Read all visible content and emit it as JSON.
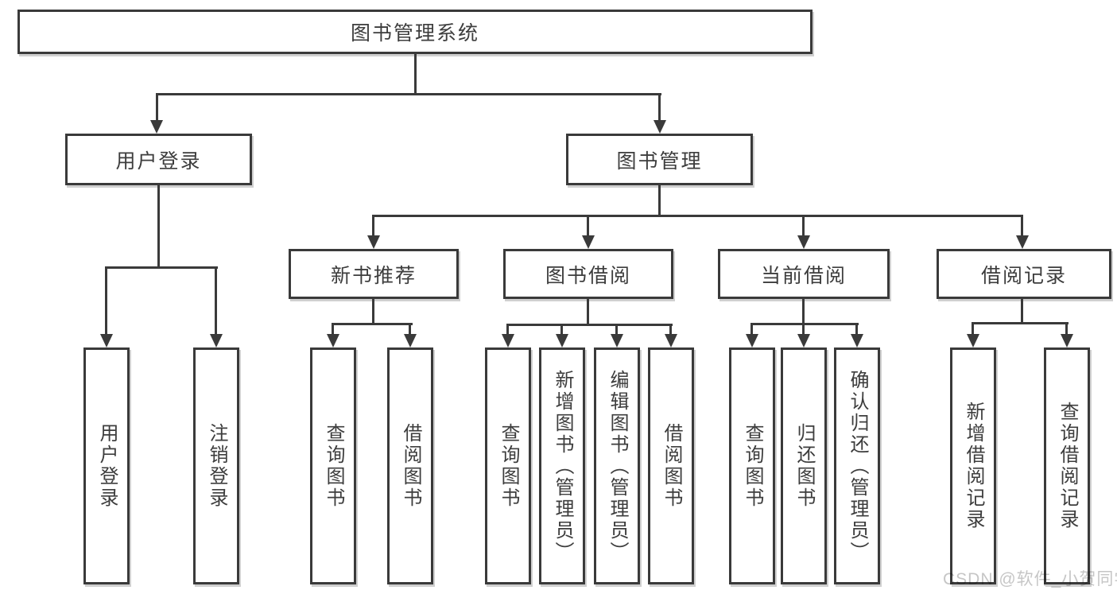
{
  "diagram": {
    "title": "图书管理系统",
    "root": "图书管理系统",
    "level2": [
      "用户登录",
      "图书管理"
    ],
    "level3": [
      "新书推荐",
      "图书借阅",
      "当前借阅",
      "借阅记录"
    ],
    "user_children": [
      "用户登录",
      "注销登录"
    ],
    "recommend_children": [
      "查询图书",
      "借阅图书"
    ],
    "borrow_children": [
      "查询图书",
      "新增图书（管理员）",
      "编辑图书（管理员）",
      "借阅图书"
    ],
    "current_children": [
      "查询图书",
      "归还图书",
      "确认归还（管理员）"
    ],
    "record_children": [
      "新增借阅记录",
      "查询借阅记录"
    ]
  },
  "watermark": "CSDN @软件_小贺同学",
  "colors": {
    "line": "#3a3a3a",
    "text": "#3d3d3d",
    "watermark": "#c6c6c6",
    "background": "#ffffff"
  }
}
